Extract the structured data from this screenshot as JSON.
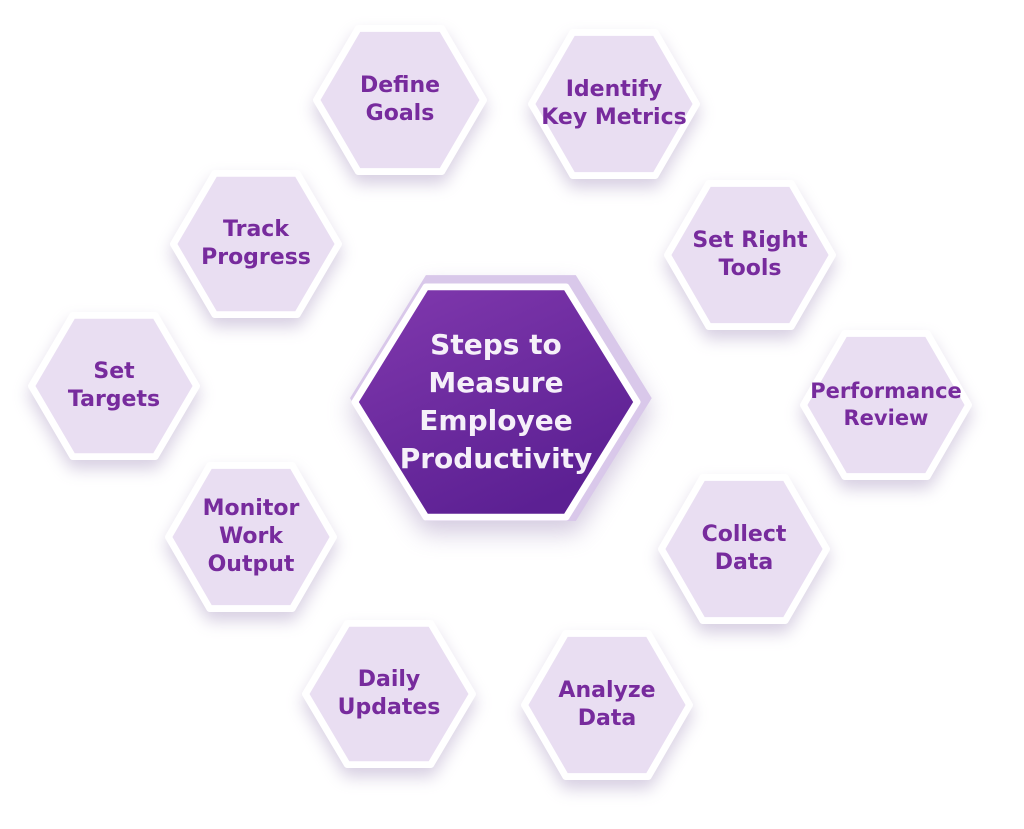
{
  "diagram": {
    "center": {
      "id": "steps-to-measure-employee-productivity",
      "label": "Steps to\nMeasure\nEmployee\nProductivity"
    },
    "nodes": [
      {
        "id": "define-goals",
        "label": "Define\nGoals"
      },
      {
        "id": "identify-key-metrics",
        "label": "Identify\nKey Metrics"
      },
      {
        "id": "set-right-tools",
        "label": "Set Right\nTools"
      },
      {
        "id": "performance-review",
        "label": "Performance\nReview"
      },
      {
        "id": "collect-data",
        "label": "Collect\nData"
      },
      {
        "id": "analyze-data",
        "label": "Analyze\nData"
      },
      {
        "id": "daily-updates",
        "label": "Daily\nUpdates"
      },
      {
        "id": "monitor-work-output",
        "label": "Monitor\nWork\nOutput"
      },
      {
        "id": "set-targets",
        "label": "Set\nTargets"
      },
      {
        "id": "track-progress",
        "label": "Track\nProgress"
      }
    ],
    "colors": {
      "background": "#ffffff",
      "node_fill": "#e9def2",
      "node_text": "#772b9d",
      "hex_stroke": "#ffffff",
      "backing_fill": "#d9c8ea",
      "center_gradient_top": "#8139ae",
      "center_gradient_bottom": "#5c2093",
      "center_text": "#f5f0f9"
    }
  }
}
